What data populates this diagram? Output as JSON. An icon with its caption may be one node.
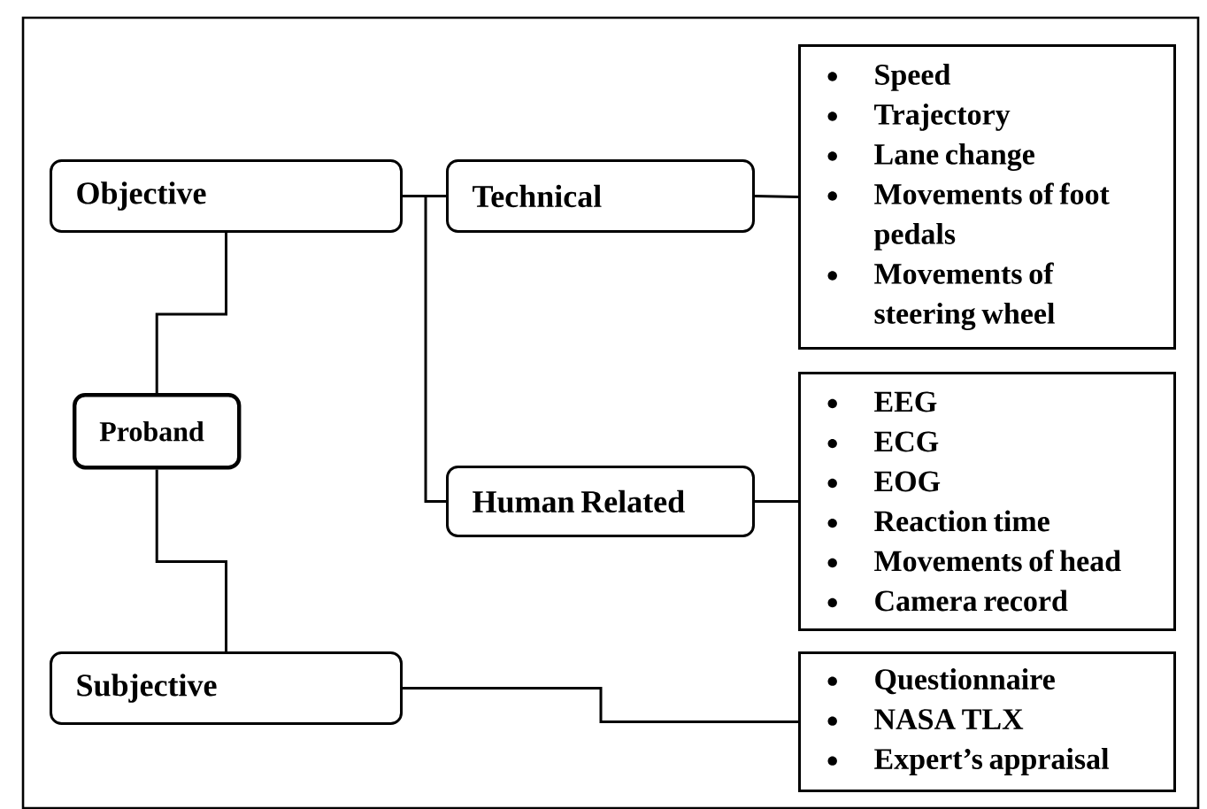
{
  "diagram": {
    "nodes": [
      {
        "text": [
          "Objective"
        ]
      },
      {
        "text": [
          "Technical"
        ]
      },
      {
        "text": [
          "Human Related"
        ]
      },
      {
        "text": [
          "Proband"
        ]
      },
      {
        "text": [
          "Subjective"
        ]
      },
      {
        "text": [
          "Speed",
          "Trajectory",
          "Lane change",
          "Movements of foot pedals",
          "Movements of steering wheel"
        ]
      },
      {
        "text": [
          "EEG",
          "ECG",
          "EOG",
          "Reaction time",
          "Movements of head",
          "Camera record"
        ]
      },
      {
        "text": [
          "Questionnaire",
          "NASA TLX",
          "Expert’s appraisal"
        ]
      }
    ],
    "edges": [
      {
        "from": 0,
        "to": 3,
        "arrow": "none"
      },
      {
        "from": 3,
        "to": 4,
        "arrow": "none"
      },
      {
        "from": 0,
        "to": 1,
        "arrow": "none"
      },
      {
        "from": 0,
        "to": 2,
        "arrow": "none"
      },
      {
        "from": 1,
        "to": 5,
        "arrow": "none"
      },
      {
        "from": 2,
        "to": 6,
        "arrow": "none"
      },
      {
        "from": 4,
        "to": 7,
        "arrow": "none"
      }
    ]
  }
}
